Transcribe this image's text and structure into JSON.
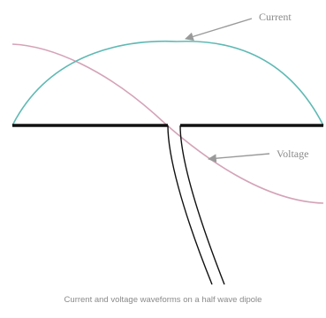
{
  "diagram": {
    "current_label": "Current",
    "voltage_label": "Voltage",
    "caption": "Current and voltage waveforms on a half wave dipole",
    "colors": {
      "current_wave": "#5fb9b4",
      "voltage_wave": "#d4a3b7",
      "antenna": "#111111",
      "arrow": "#9a9a9a",
      "label": "#8a8a8a"
    }
  }
}
